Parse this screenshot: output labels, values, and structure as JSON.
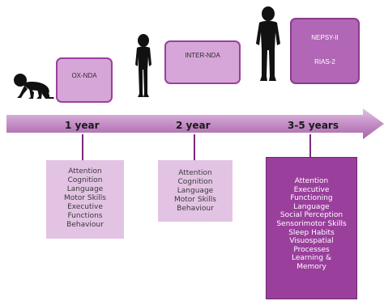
{
  "tools": {
    "ox_nda": "OX-NDA",
    "inter_nda": "INTER-NDA",
    "nepsy": "NEPSY-II",
    "rias": "RIAS-2"
  },
  "timeline": {
    "ages": [
      "1 year",
      "2 year",
      "3-5 years"
    ]
  },
  "skills": {
    "year1": [
      "Attention",
      "Cognition",
      "Language",
      "Motor Skills",
      "Executive",
      "Functions",
      "Behaviour"
    ],
    "year2": [
      "Attention",
      "Cognition",
      "Language",
      "Motor Skills",
      "Behaviour"
    ],
    "year3_5": [
      "Attention",
      "Executive",
      "Functioning",
      "Language",
      "Social Perception",
      "Sensorimotor Skills",
      "Sleep Habits",
      "Visuospatial",
      "Processes",
      "Learning &",
      "Memory"
    ]
  },
  "colors": {
    "arrow": "#c89ac9",
    "arrow_dark": "#a865aa",
    "light_box": "#d7a6d8",
    "dark_box": "#9a3f9c"
  }
}
